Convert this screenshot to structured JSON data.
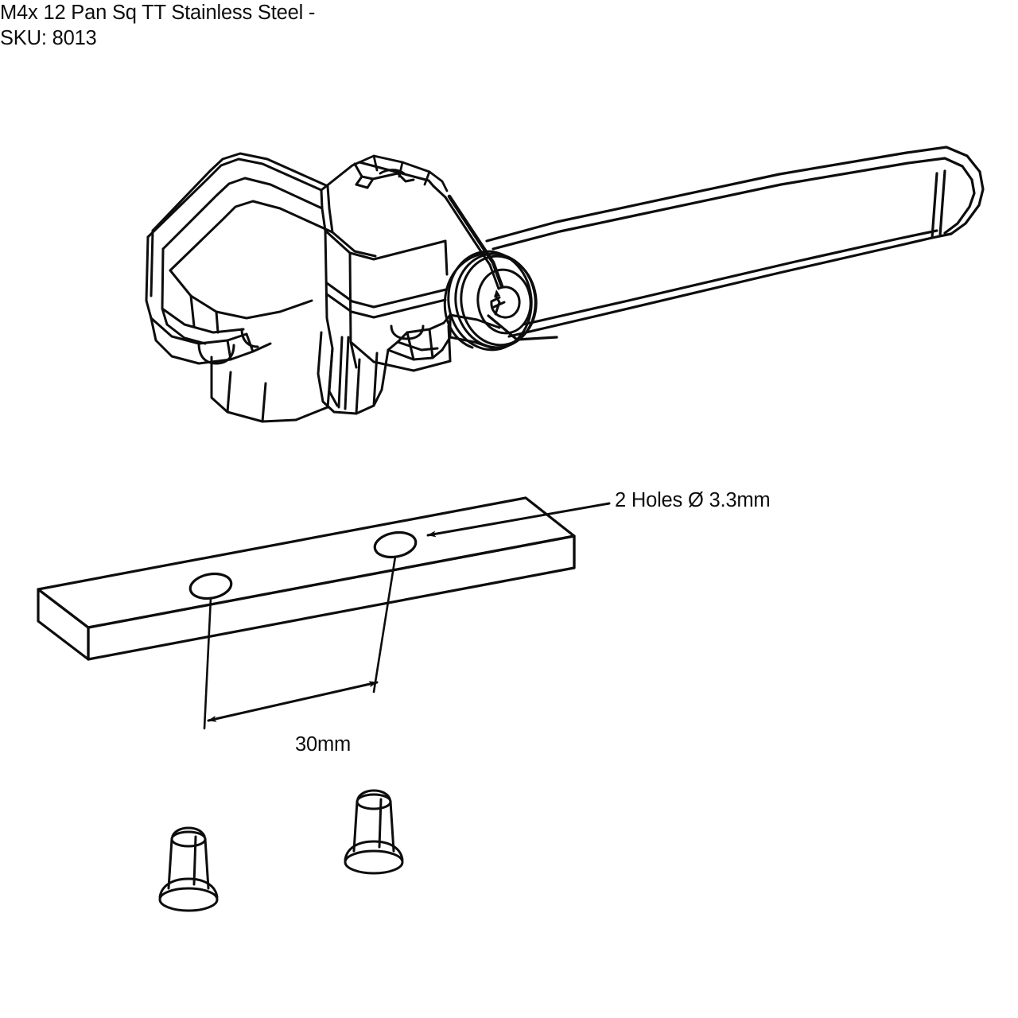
{
  "drawing": {
    "title": "Handle assembly installation drawing",
    "background_color": "#ffffff",
    "line_color": "#0d0d0d",
    "text_color": "#0d0d0d"
  },
  "annotations": {
    "holes_callout": "2 Holes Ø 3.3mm",
    "spacing_dimension": "30mm",
    "fastener_spec_line1": "M4x 12 Pan Sq TT Stainless Steel -",
    "fastener_spec_line2": "SKU: 8013"
  },
  "parts": [
    {
      "name": "handle-lever-assembly",
      "label": "Handle lever assembly",
      "view": "isometric"
    },
    {
      "name": "mounting-bar",
      "label": "Mounting bar with 2 holes",
      "view": "isometric",
      "hole_count": 2,
      "hole_diameter": "3.3mm",
      "hole_spacing": "30mm"
    },
    {
      "name": "screw-left",
      "label": "M4 x 12 pan square TT screw"
    },
    {
      "name": "screw-right",
      "label": "M4 x 12 pan square TT screw"
    }
  ]
}
